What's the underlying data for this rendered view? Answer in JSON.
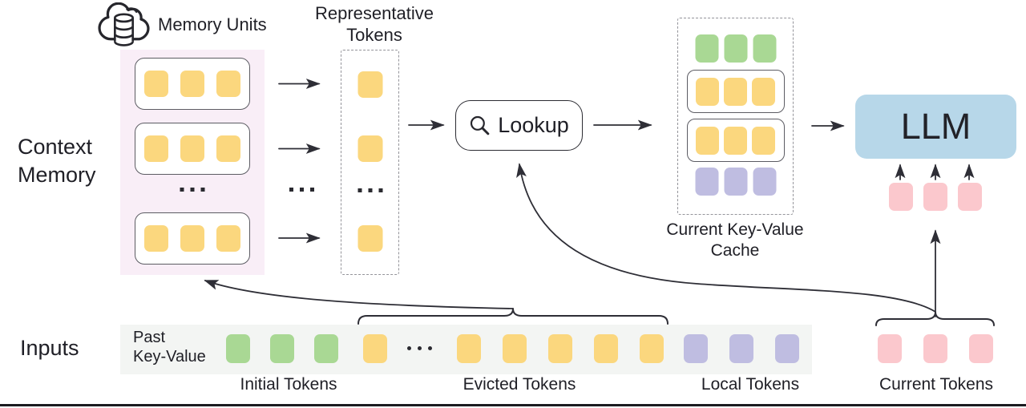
{
  "labels": {
    "context_memory": "Context\nMemory",
    "memory_units": "Memory Units",
    "representative_tokens": "Representative\nTokens",
    "lookup": "Lookup",
    "current_kv_cache": "Current Key-Value\nCache",
    "llm": "LLM",
    "inputs": "Inputs",
    "past_key_value": "Past\nKey-Value",
    "initial_tokens": "Initial Tokens",
    "evicted_tokens": "Evicted Tokens",
    "local_tokens": "Local Tokens",
    "current_tokens": "Current Tokens"
  },
  "icons": {
    "memory_units_icon": "cloud-database",
    "lookup_icon": "magnifying-glass"
  },
  "colors": {
    "token_yellow": "#FBD77E",
    "token_green": "#A9D894",
    "token_purple": "#BFBDE1",
    "token_pink": "#FBC8CD",
    "llm_fill": "#B7D7E9",
    "memory_panel_fill": "#F9EEF7",
    "input_strip_fill": "#F3F5F3",
    "line_stroke": "#2E2E36"
  },
  "token_groups": {
    "memory_row": {
      "color": "token_yellow",
      "count": 3
    },
    "rep_single": {
      "color": "token_yellow",
      "count": 1
    },
    "cache_green": {
      "color": "token_green",
      "count": 3
    },
    "cache_yellow": {
      "color": "token_yellow",
      "count": 3
    },
    "cache_purple": {
      "color": "token_purple",
      "count": 3
    },
    "llm_current": {
      "color": "token_pink",
      "count": 3
    },
    "input_initial": {
      "color": "token_green",
      "count": 3
    },
    "input_evicted_head": {
      "color": "token_yellow",
      "count": 1
    },
    "input_evicted_tail": {
      "color": "token_yellow",
      "count": 5
    },
    "input_local": {
      "color": "token_purple",
      "count": 3
    },
    "input_current": {
      "color": "token_pink",
      "count": 3
    }
  }
}
